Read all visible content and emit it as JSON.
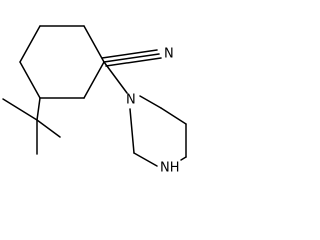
{
  "molecule": {
    "atoms": {
      "nitrile_n": "N",
      "piperazine_n1": "N",
      "piperazine_nh": "NH"
    },
    "colors": {
      "bond": "#000000",
      "label": "#000000",
      "background": "#ffffff"
    }
  }
}
